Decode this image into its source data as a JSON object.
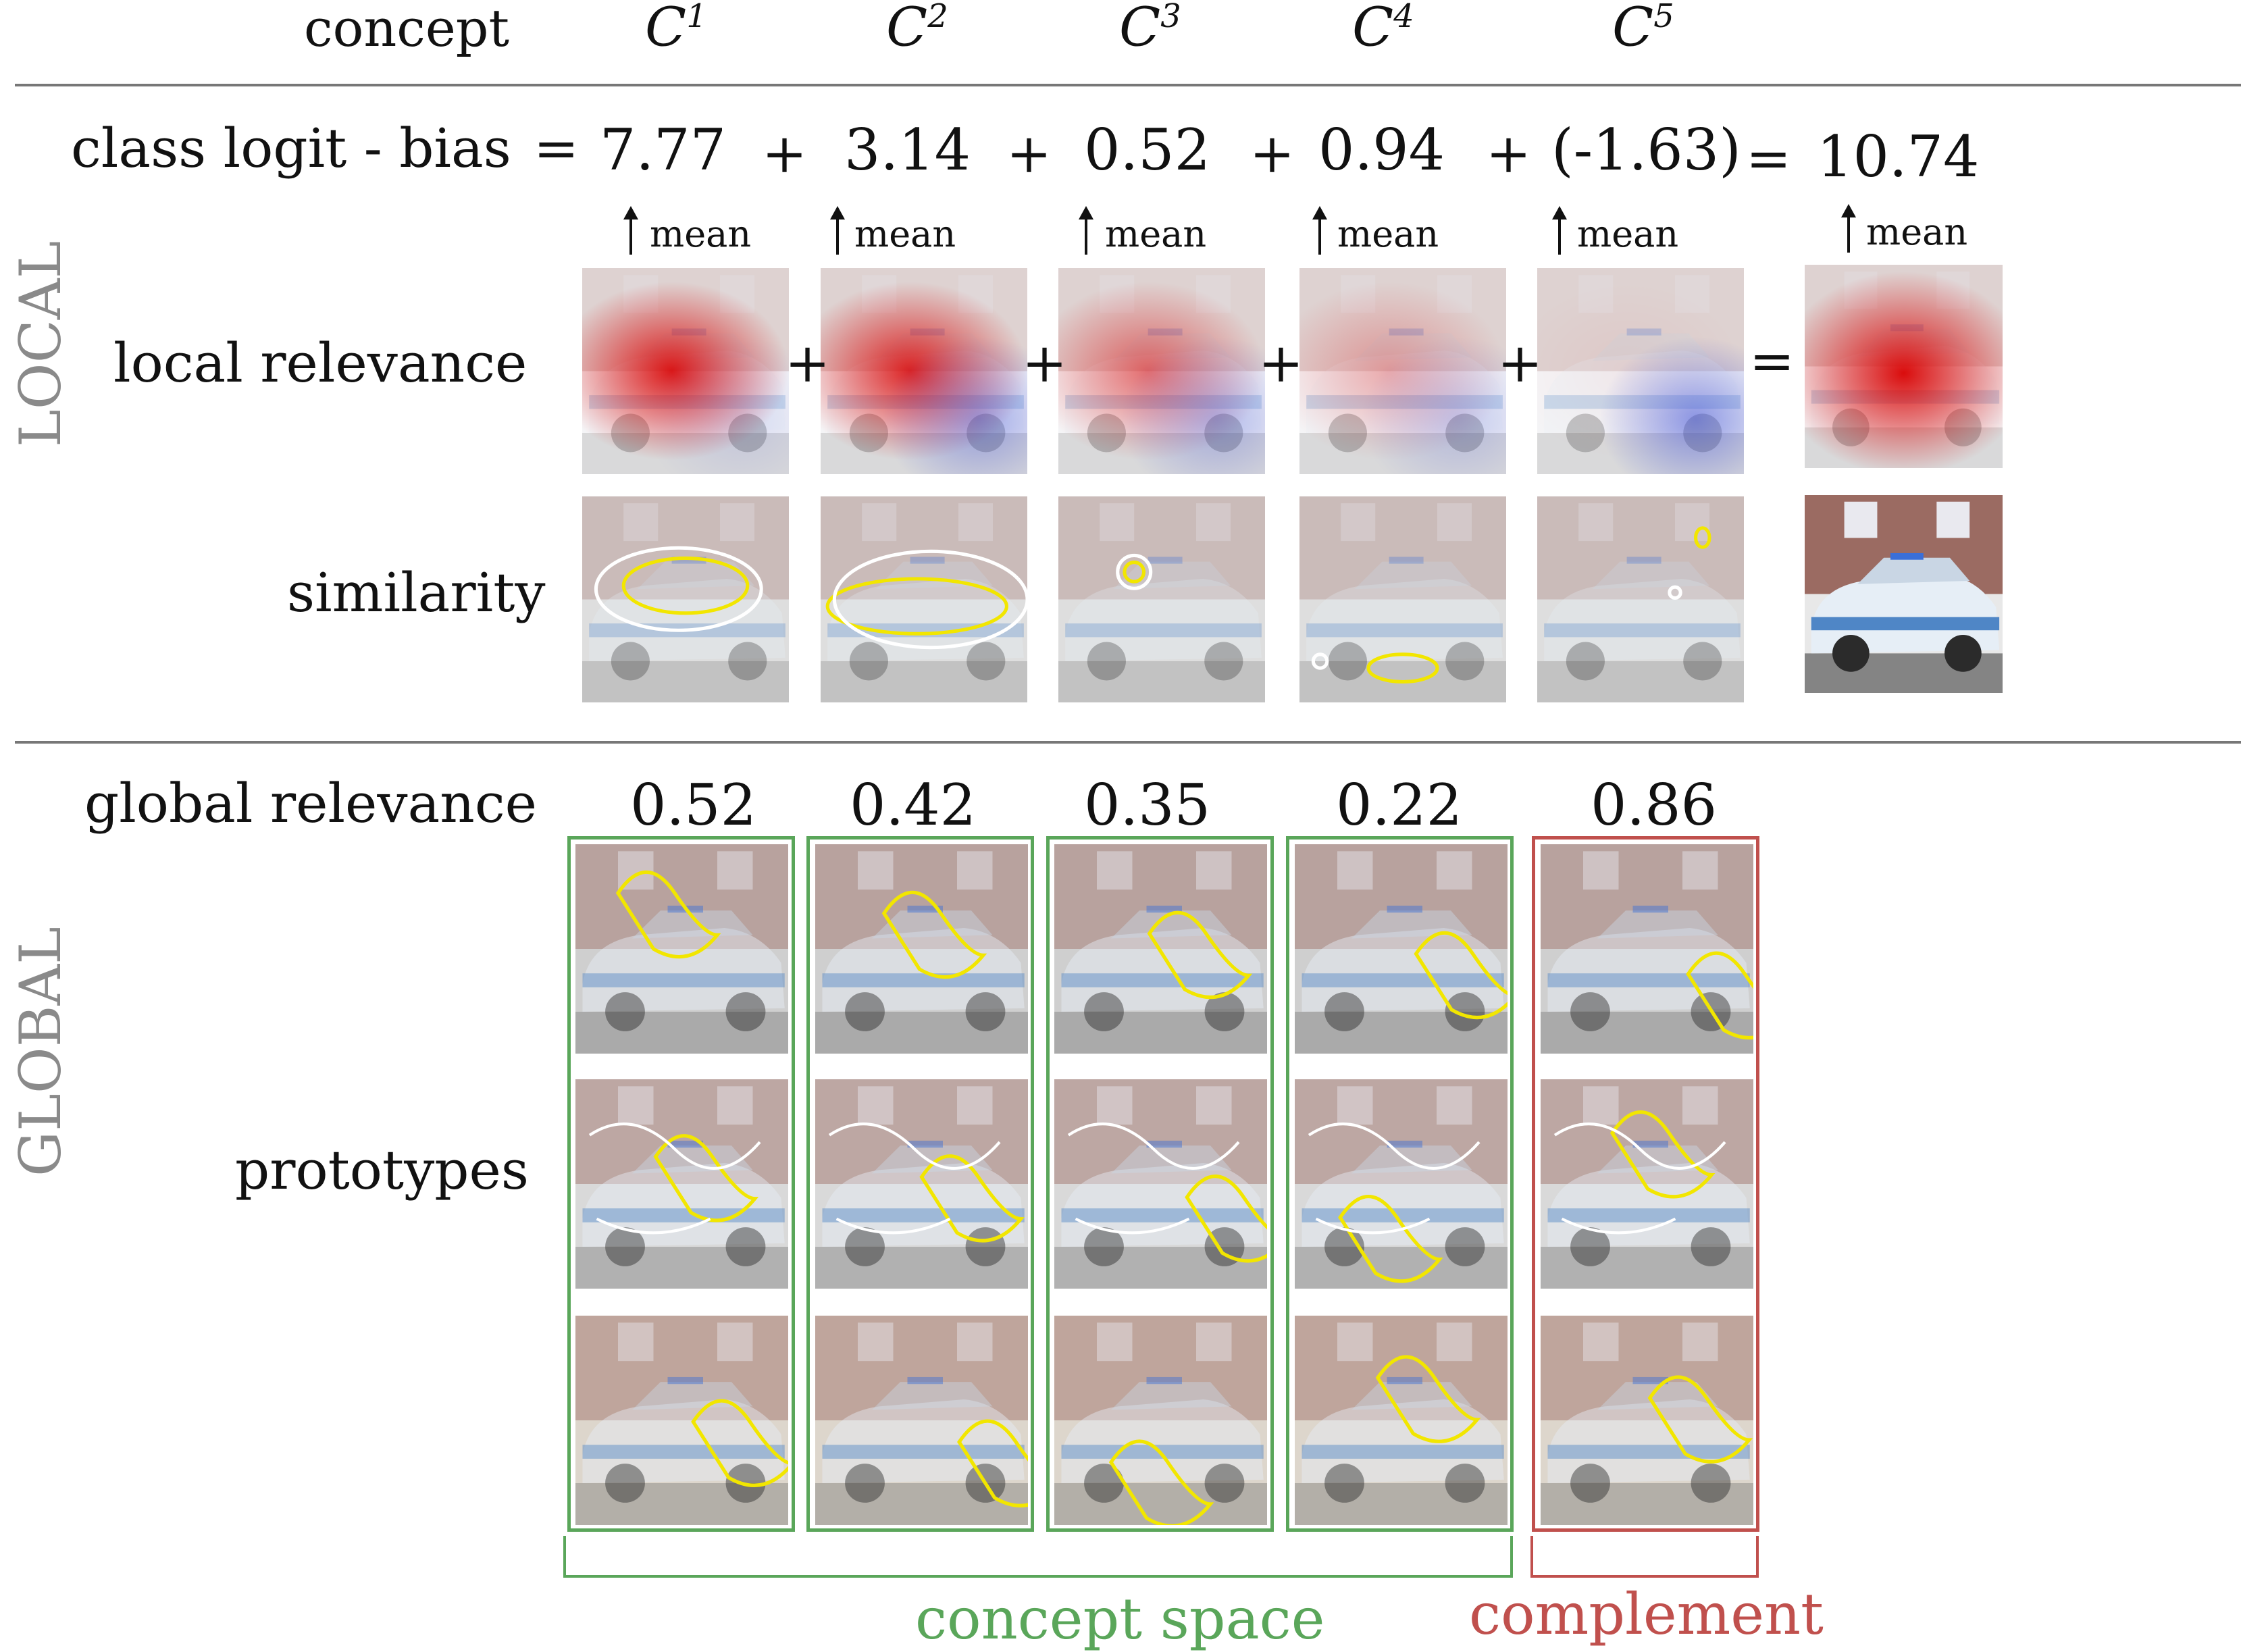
{
  "header": {
    "concept_label": "concept",
    "concepts": [
      {
        "base": "C",
        "sup": "1"
      },
      {
        "base": "C",
        "sup": "2"
      },
      {
        "base": "C",
        "sup": "3"
      },
      {
        "base": "C",
        "sup": "4"
      },
      {
        "base": "C",
        "sup": "5"
      }
    ]
  },
  "equation": {
    "lhs": "class logit - bias",
    "eq": "=",
    "terms": [
      "7.77",
      "3.14",
      "0.52",
      "0.94",
      "(-1.63)"
    ],
    "plus": "+",
    "result": "10.74",
    "mean_label": "mean"
  },
  "sections": {
    "local": "LOCAL",
    "global": "GLOBAL"
  },
  "rows": {
    "local_relevance": "local relevance",
    "similarity": "similarity",
    "global_relevance": "global relevance",
    "prototypes": "prototypes"
  },
  "operators": {
    "plus": "+",
    "equals": "="
  },
  "global_relevance_values": [
    "0.52",
    "0.42",
    "0.35",
    "0.22",
    "0.86"
  ],
  "brackets": {
    "concept_space": "concept space",
    "complement": "complement"
  },
  "colors": {
    "concept_space": "#5aa65a",
    "complement": "#c0504d",
    "contour_highlight": "#f2e600",
    "contour": "#ffffff",
    "relevance_positive": "#d90000",
    "relevance_negative": "#3a4bd6"
  }
}
